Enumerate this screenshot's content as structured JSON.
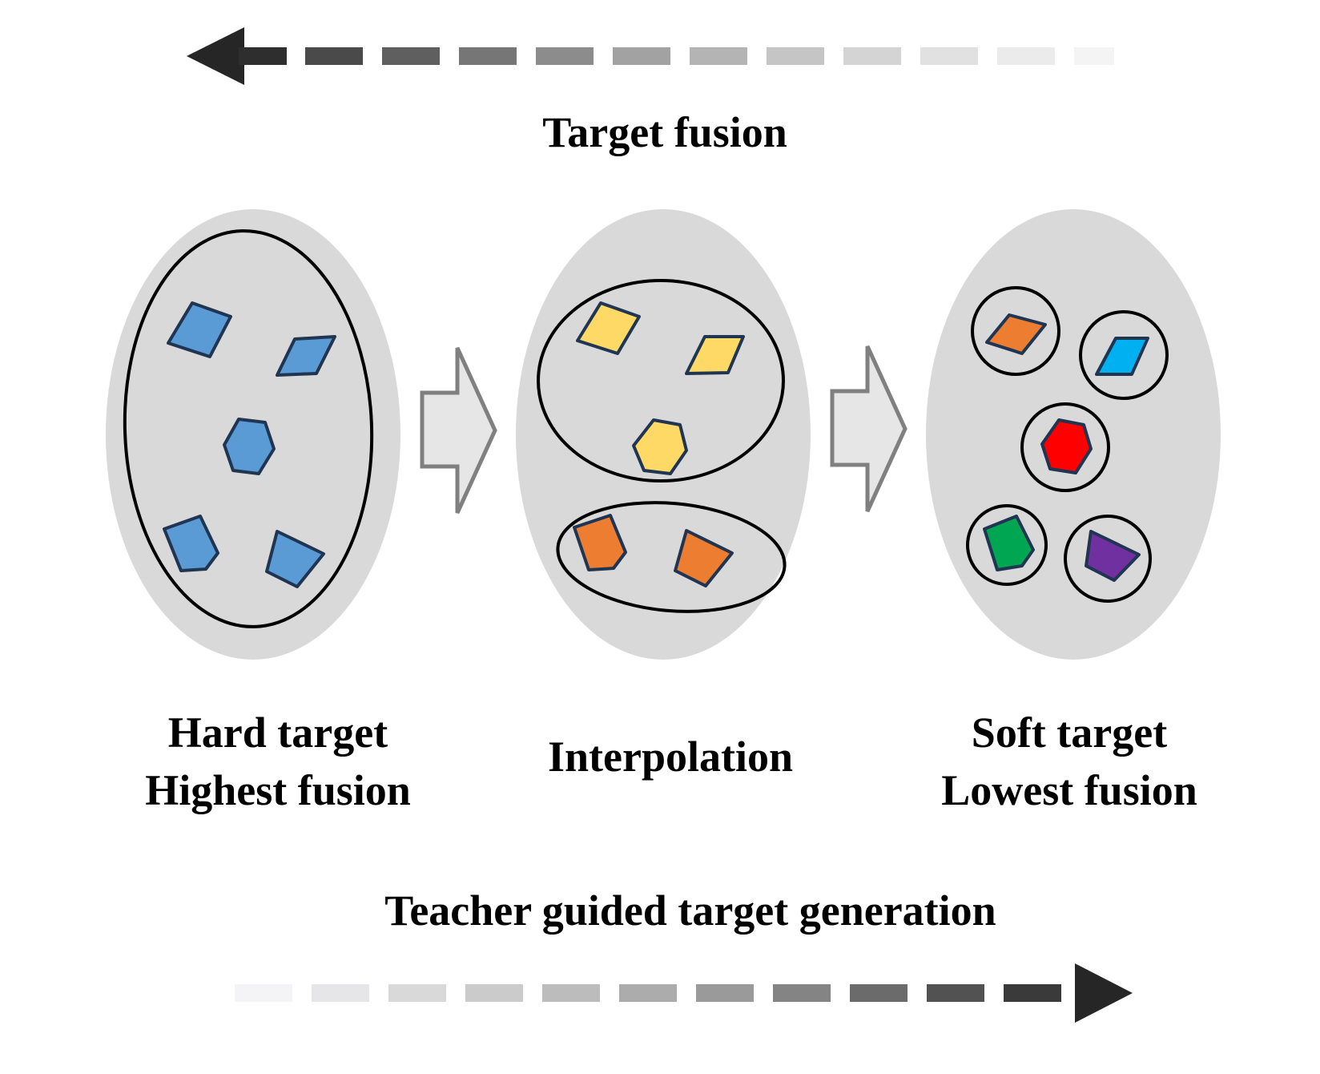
{
  "title_top": "Target fusion",
  "title_bottom": "Teacher guided target generation",
  "panels": {
    "left": {
      "line1": "Hard target",
      "line2": "Highest fusion"
    },
    "middle": {
      "line1": "Interpolation"
    },
    "right": {
      "line1": "Soft target",
      "line2": "Lowest fusion"
    }
  },
  "colors": {
    "panel_background": "#d9d9d9",
    "outline": "#000000",
    "shape_stroke": "#1f3552",
    "blue": "#5b9bd5",
    "yellow": "#ffd966",
    "orange": "#ed7d31",
    "cyan": "#00b0f0",
    "red": "#ff0000",
    "green": "#00a651",
    "purple": "#7030a0",
    "block_arrow_fill": "#e6e6e6",
    "block_arrow_stroke": "#808080"
  },
  "arrows": {
    "top": "fades right-to-left toward arrowhead (pointing left)",
    "bottom": "fades left-to-right toward arrowhead (pointing right)"
  }
}
